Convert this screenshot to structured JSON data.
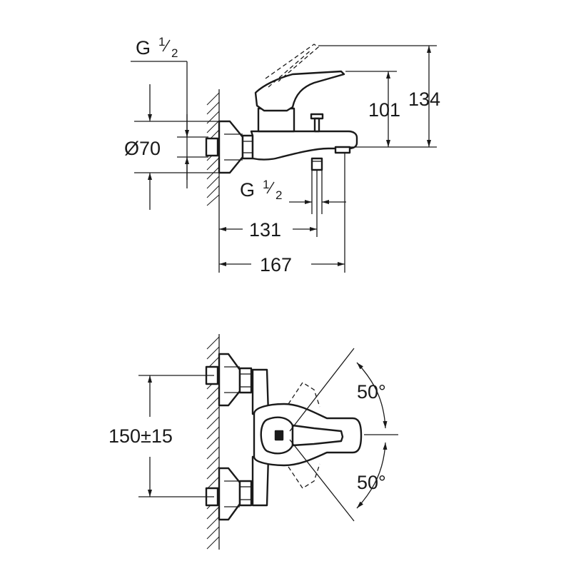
{
  "side_view": {
    "inlet_thread": {
      "base": "G",
      "num": "1",
      "den": "2"
    },
    "outlet_thread": {
      "base": "G",
      "num": "1",
      "den": "2"
    },
    "rosette_diameter": "Ø70",
    "height_spout": "101",
    "height_total": "134",
    "depth_outlet": "131",
    "depth_total": "167"
  },
  "front_view": {
    "centre_distance": "150±15",
    "swivel_angle_top": "50°",
    "swivel_angle_bottom": "50°"
  }
}
